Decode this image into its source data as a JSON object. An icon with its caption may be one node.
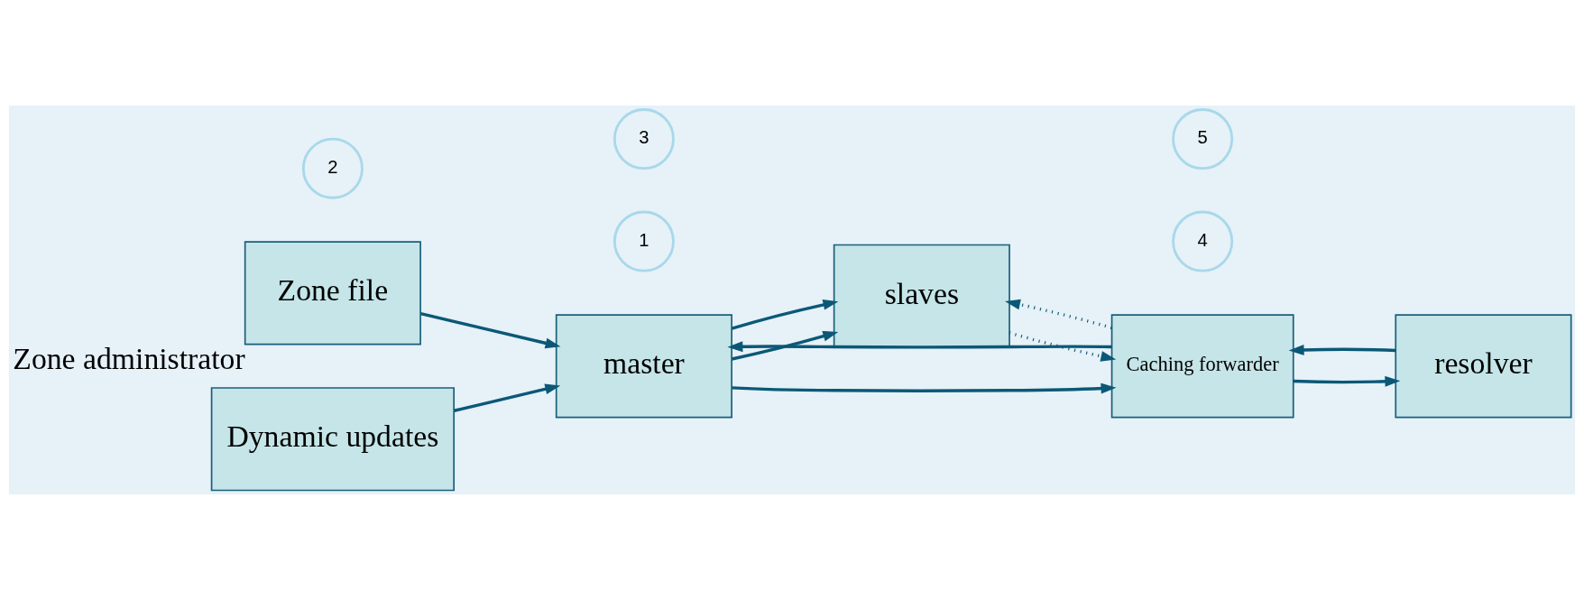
{
  "diagram": {
    "nodes": [
      {
        "text": [
          "Zone file"
        ],
        "beside": [
          "Zone administrator"
        ]
      },
      {
        "text": [
          "Dynamic updates"
        ]
      },
      {
        "text": [
          "master"
        ]
      },
      {
        "text": [
          "slaves"
        ]
      },
      {
        "text": [
          "Caching forwarder"
        ]
      },
      {
        "text": [
          "resolver"
        ]
      },
      {
        "text": [
          "1"
        ]
      },
      {
        "text": [
          "2"
        ]
      },
      {
        "text": [
          "3"
        ]
      },
      {
        "text": [
          "4"
        ]
      },
      {
        "text": [
          "5"
        ]
      }
    ],
    "edges": [
      {
        "from": 0,
        "to": 2,
        "arrow": "to"
      },
      {
        "from": 1,
        "to": 2,
        "arrow": "to"
      },
      {
        "from": 2,
        "to": 3,
        "arrow": "to"
      },
      {
        "from": 2,
        "to": 3,
        "arrow": "to"
      },
      {
        "from": 4,
        "to": 2,
        "arrow": "to"
      },
      {
        "from": 2,
        "to": 4,
        "arrow": "to"
      },
      {
        "from": 3,
        "to": 4,
        "arrow": "to",
        "style": "dashed"
      },
      {
        "from": 4,
        "to": 3,
        "arrow": "to",
        "style": "dashed"
      },
      {
        "from": 4,
        "to": 5,
        "arrow": "to"
      },
      {
        "from": 5,
        "to": 4,
        "arrow": "to"
      }
    ]
  }
}
